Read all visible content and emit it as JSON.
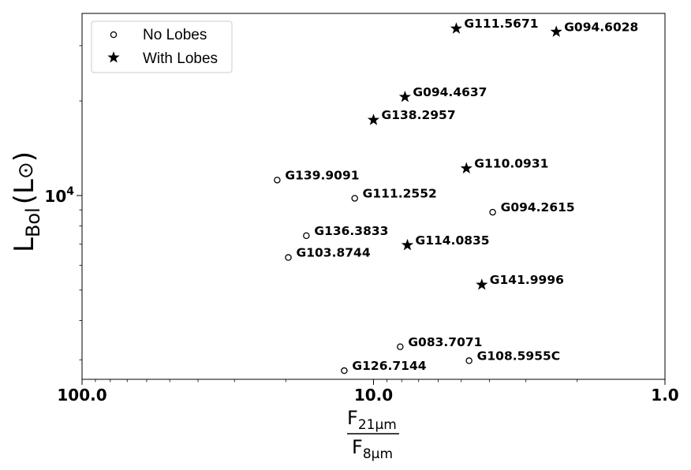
{
  "chart_data": {
    "type": "scatter",
    "xscale": "log",
    "yscale": "log",
    "x_inverted": true,
    "xlim": [
      100.0,
      1.0
    ],
    "ylim": [
      2600,
      38000
    ],
    "xlabel_num": {
      "main": "F",
      "sub": "21μm"
    },
    "xlabel_den": {
      "main": "F",
      "sub": "8μm"
    },
    "ylabel": {
      "main": "L",
      "sub": "Bol",
      "unit": "(L",
      "unit_sub": "⊙",
      "close": ")"
    },
    "x_ticks": [
      {
        "value": 100.0,
        "label": "100.0"
      },
      {
        "value": 10.0,
        "label": "10.0"
      },
      {
        "value": 1.0,
        "label": "1.0"
      }
    ],
    "y_ticks": [
      {
        "value": 10000,
        "base": "10",
        "exp": "4"
      }
    ],
    "legend": {
      "position": "upper-left",
      "entries": [
        {
          "name": "No Lobes",
          "marker": "circle"
        },
        {
          "name": "With Lobes",
          "marker": "star"
        }
      ]
    },
    "series": [
      {
        "name": "No Lobes",
        "marker": "circle",
        "points": [
          {
            "label": "G139.9091",
            "x": 21.4,
            "y": 11200
          },
          {
            "label": "G111.2552",
            "x": 11.6,
            "y": 9800
          },
          {
            "label": "G094.2615",
            "x": 3.9,
            "y": 8850
          },
          {
            "label": "G136.3833",
            "x": 17.0,
            "y": 7450
          },
          {
            "label": "G103.8744",
            "x": 19.6,
            "y": 6350
          },
          {
            "label": "G083.7071",
            "x": 8.1,
            "y": 3300
          },
          {
            "label": "G108.5955C",
            "x": 4.7,
            "y": 2980
          },
          {
            "label": "G126.7144",
            "x": 12.6,
            "y": 2770
          }
        ]
      },
      {
        "name": "With Lobes",
        "marker": "star",
        "points": [
          {
            "label": "G111.5671",
            "x": 5.2,
            "y": 34000
          },
          {
            "label": "G094.6028",
            "x": 2.36,
            "y": 33200
          },
          {
            "label": "G094.4637",
            "x": 7.8,
            "y": 20600
          },
          {
            "label": "G138.2957",
            "x": 10.0,
            "y": 17400
          },
          {
            "label": "G110.0931",
            "x": 4.8,
            "y": 12200
          },
          {
            "label": "G114.0835",
            "x": 7.65,
            "y": 6950
          },
          {
            "label": "G141.9996",
            "x": 4.25,
            "y": 5200
          }
        ]
      }
    ]
  }
}
